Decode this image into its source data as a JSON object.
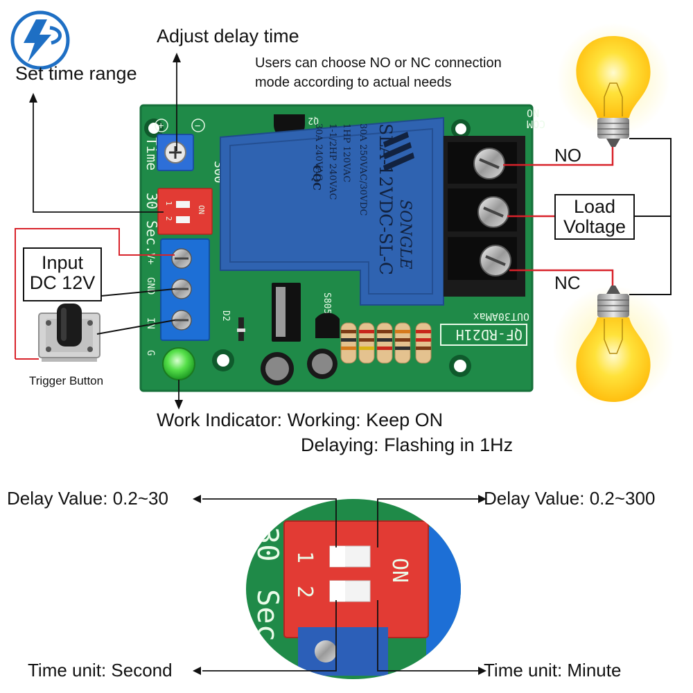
{
  "labels": {
    "adjust_delay": "Adjust delay time",
    "set_time_range": "Set time range",
    "mode_note_line1": "Users can choose NO or NC connection",
    "mode_note_line2": "mode according to actual needs",
    "no_label": "NO",
    "nc_label": "NC",
    "load_voltage_line1": "Load",
    "load_voltage_line2": "Voltage",
    "input_line1": "Input",
    "input_line2": "DC 12V",
    "trigger_button": "Trigger Button",
    "work_indicator": "Work Indicator: Working: Keep ON",
    "delaying": "Delaying: Flashing in 1Hz",
    "delay_value_left": "Delay Value: 0.2~30",
    "delay_value_right": "Delay Value: 0.2~300",
    "time_unit_second": "Time unit: Second",
    "time_unit_minute": "Time unit: Minute"
  },
  "board": {
    "relay_brand": "SONGLE",
    "relay_model": "SLA-12VDC-SL-C",
    "relay_rating1": "30A  250VAC/30VDC",
    "relay_rating2": "1HP 120VAC",
    "relay_rating3": "1-1/2HP 240VAC",
    "relay_rating4": "30A 240VAC",
    "cqc": "CQC",
    "model_code": "QF-RD21H",
    "out_rating": "OUT30AMax",
    "terminal_no": "NO",
    "terminal_com": "COM",
    "silk_time": "Time",
    "silk_30": "30",
    "silk_sec": "Sec.",
    "silk_300": "300",
    "silk_v": "V+",
    "silk_gnd": "GND",
    "silk_in": "IN",
    "silk_g": "G",
    "silk_d2": "D2",
    "silk_q2": "Q2",
    "silk_s8050": "S8050",
    "silk_plus": "+",
    "silk_minus": "−",
    "dip_on": "ON",
    "dip_1": "1",
    "dip_2": "2"
  },
  "zoom": {
    "silk_30": "30",
    "silk_sec": "Sec",
    "dip_on": "ON",
    "dip_1": "1",
    "dip_2": "2"
  },
  "colors": {
    "pcb_green": "#1f8a48",
    "relay_blue": "#2f63b1",
    "dip_red": "#e23b34",
    "terminal_blue": "#1d6fd6",
    "wire_red": "#d8222a",
    "bulb_yellow": "#ffd21c",
    "logo_blue": "#1e6fc4"
  },
  "icons": {
    "logo": "lightning-logo-icon",
    "bulb": "light-bulb-icon",
    "button": "tactile-button-icon"
  }
}
